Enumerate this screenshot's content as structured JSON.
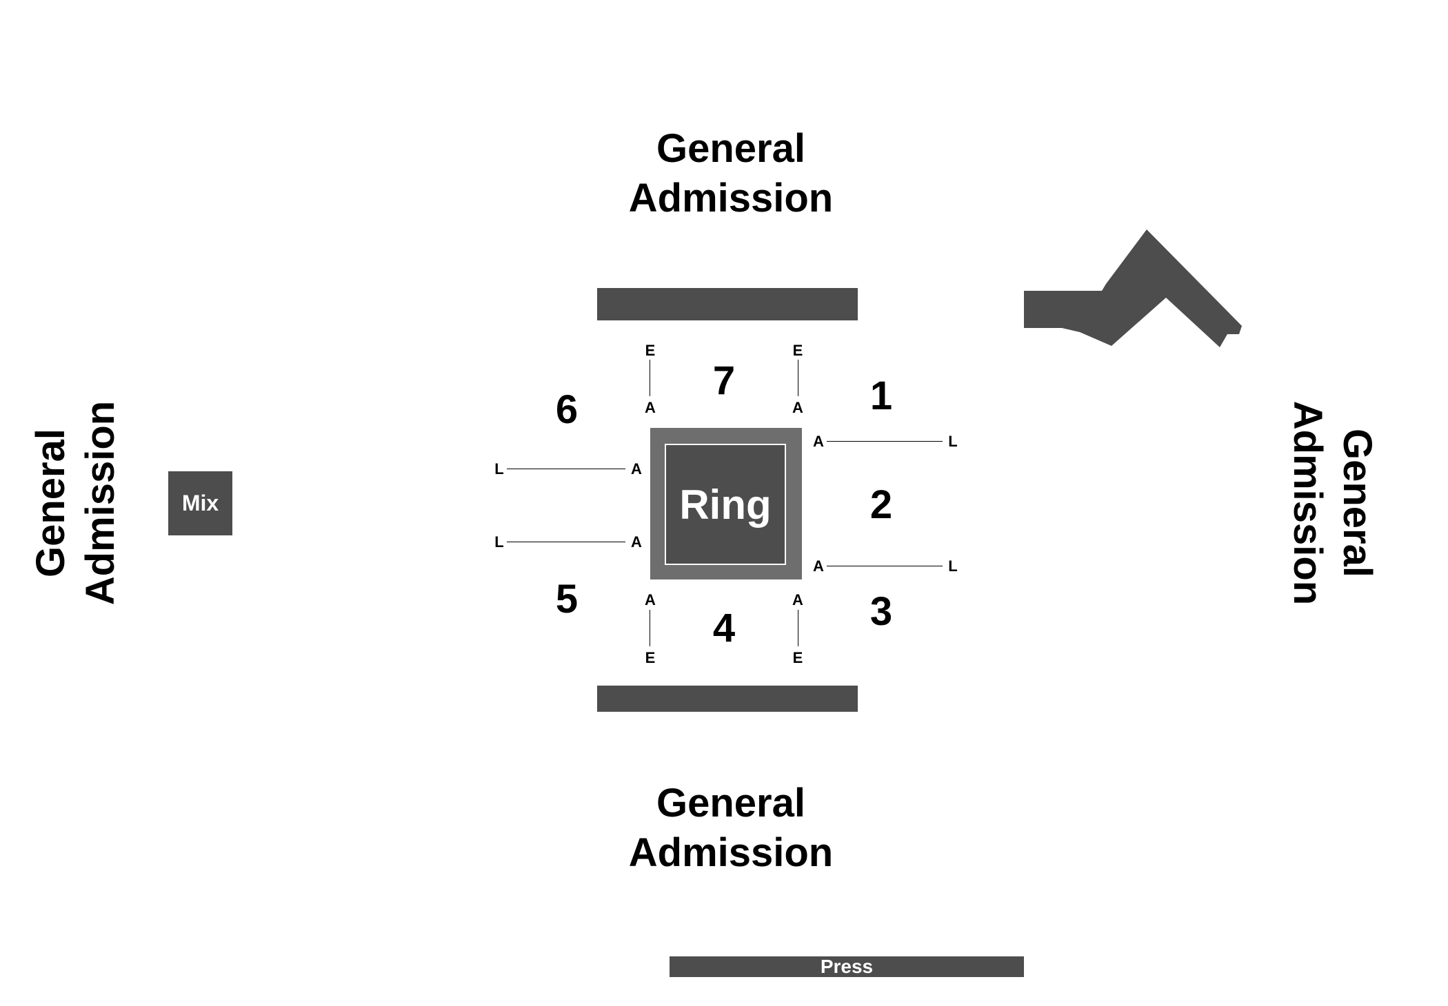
{
  "map": {
    "ga_top": {
      "line1": "General",
      "line2": "Admission"
    },
    "ga_bottom": {
      "line1": "General",
      "line2": "Admission"
    },
    "ga_left": {
      "line1": "General",
      "line2": "Admission"
    },
    "ga_right": {
      "line1": "General",
      "line2": "Admission"
    },
    "ring": {
      "label": "Ring"
    },
    "mix": {
      "label": "Mix"
    },
    "press": {
      "label": "Press"
    },
    "sections": {
      "s1": "1",
      "s2": "2",
      "s3": "3",
      "s4": "4",
      "s5": "5",
      "s6": "6",
      "s7": "7"
    },
    "rows": {
      "first": "A",
      "end": "E",
      "last": "L"
    },
    "colors": {
      "fill_dark": "#4d4d4d",
      "ring_border": "#6e6e6e",
      "text": "#000000",
      "background": "#ffffff"
    }
  }
}
